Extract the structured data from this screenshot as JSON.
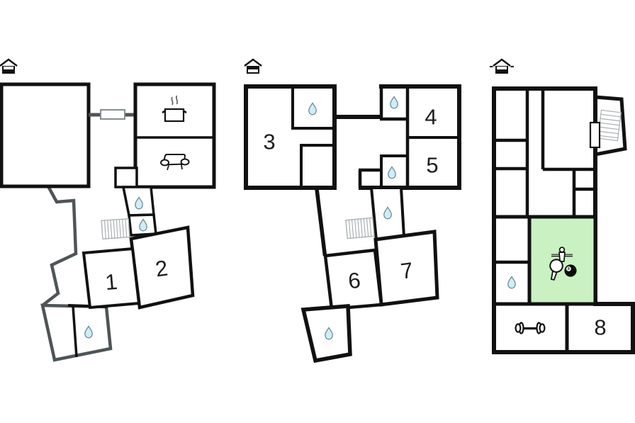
{
  "colors": {
    "background": "#ffffff",
    "wall": "#111111",
    "outer_wall_gray": "#4e5557",
    "water_fill": "#cdeef8",
    "water_stroke": "#6e8a94",
    "games_room_fill": "#c9f1c2",
    "stairs_gray": "#aab0b2",
    "label": "#1d1d1d"
  },
  "floors": [
    {
      "name": "ground-floor",
      "indicator": "house-bottom-half-filled",
      "rooms": [
        {
          "label": "1"
        },
        {
          "label": "2"
        }
      ],
      "features": [
        "kitchen-stove",
        "sofa",
        "stairs",
        "door",
        "bathroom-drop",
        "bathroom-drop",
        "bathroom-drop"
      ]
    },
    {
      "name": "upper-floor",
      "indicator": "house-top-half-filled",
      "rooms": [
        {
          "label": "3"
        },
        {
          "label": "4"
        },
        {
          "label": "5"
        },
        {
          "label": "6"
        },
        {
          "label": "7"
        }
      ],
      "features": [
        "stairs",
        "bathroom-drop",
        "bathroom-drop",
        "bathroom-drop",
        "bathroom-drop",
        "bathroom-drop"
      ]
    },
    {
      "name": "basement",
      "indicator": "house-bottom-half-filled-ground-dashes",
      "rooms": [
        {
          "label": "8"
        }
      ],
      "features": [
        "stairs",
        "door",
        "bathroom-drop",
        "table-tennis",
        "foosball",
        "billiards",
        "dumbbell"
      ],
      "billiard_ball_label": "8"
    }
  ]
}
